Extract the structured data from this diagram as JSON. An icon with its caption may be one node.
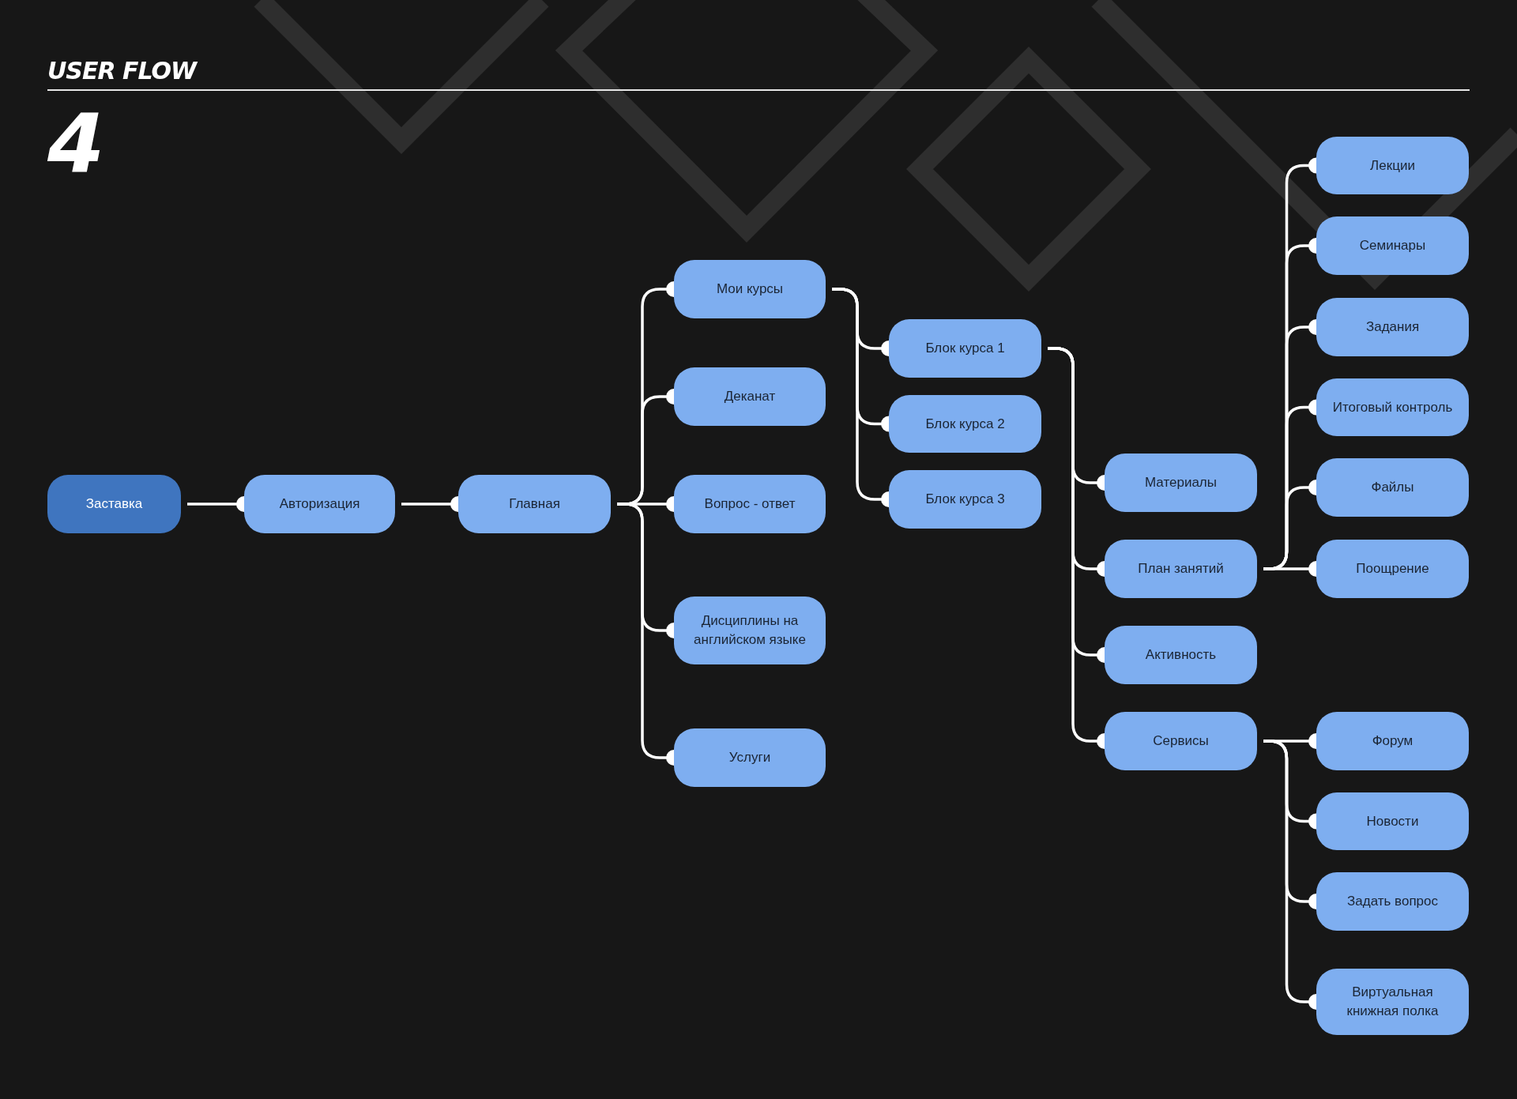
{
  "diagram": {
    "title": "USER FLOW",
    "nodes": [
      {
        "text": [
          "Заставка"
        ]
      },
      {
        "text": [
          "Авторизация"
        ]
      },
      {
        "text": [
          "Главная"
        ]
      },
      {
        "text": [
          "Мои курсы"
        ]
      },
      {
        "text": [
          "Деканат"
        ]
      },
      {
        "text": [
          "Вопрос - ответ"
        ]
      },
      {
        "text": [
          "Дисциплины на английском языке"
        ]
      },
      {
        "text": [
          "Услуги"
        ]
      },
      {
        "text": [
          "Блок курса 1"
        ]
      },
      {
        "text": [
          "Блок курса 2"
        ]
      },
      {
        "text": [
          "Блок курса 3"
        ]
      },
      {
        "text": [
          "Материалы"
        ]
      },
      {
        "text": [
          "План занятий"
        ]
      },
      {
        "text": [
          "Активность"
        ]
      },
      {
        "text": [
          "Сервисы"
        ]
      },
      {
        "text": [
          "Лекции"
        ]
      },
      {
        "text": [
          "Семинары"
        ]
      },
      {
        "text": [
          "Задания"
        ]
      },
      {
        "text": [
          "Итоговый контроль"
        ]
      },
      {
        "text": [
          "Файлы"
        ]
      },
      {
        "text": [
          "Поощрение"
        ]
      },
      {
        "text": [
          "Форум"
        ]
      },
      {
        "text": [
          "Новости"
        ]
      },
      {
        "text": [
          "Задать вопрос"
        ]
      },
      {
        "text": [
          "Виртуальная книжная полка"
        ]
      }
    ],
    "edges": [
      {
        "from": 0,
        "to": 1,
        "arrow": "other"
      },
      {
        "from": 1,
        "to": 2,
        "arrow": "other"
      },
      {
        "from": 2,
        "to": 3,
        "arrow": "other"
      },
      {
        "from": 2,
        "to": 4,
        "arrow": "other"
      },
      {
        "from": 2,
        "to": 5,
        "arrow": "other"
      },
      {
        "from": 2,
        "to": 6,
        "arrow": "other"
      },
      {
        "from": 2,
        "to": 7,
        "arrow": "other"
      },
      {
        "from": 3,
        "to": 8,
        "arrow": "other"
      },
      {
        "from": 3,
        "to": 9,
        "arrow": "other"
      },
      {
        "from": 3,
        "to": 10,
        "arrow": "other"
      },
      {
        "from": 8,
        "to": 11,
        "arrow": "other"
      },
      {
        "from": 8,
        "to": 12,
        "arrow": "other"
      },
      {
        "from": 8,
        "to": 13,
        "arrow": "other"
      },
      {
        "from": 8,
        "to": 14,
        "arrow": "other"
      },
      {
        "from": 12,
        "to": 15,
        "arrow": "other"
      },
      {
        "from": 12,
        "to": 16,
        "arrow": "other"
      },
      {
        "from": 12,
        "to": 17,
        "arrow": "other"
      },
      {
        "from": 12,
        "to": 18,
        "arrow": "other"
      },
      {
        "from": 12,
        "to": 19,
        "arrow": "other"
      },
      {
        "from": 12,
        "to": 20,
        "arrow": "other"
      },
      {
        "from": 14,
        "to": 21,
        "arrow": "other"
      },
      {
        "from": 14,
        "to": 22,
        "arrow": "other"
      },
      {
        "from": 14,
        "to": 23,
        "arrow": "other"
      },
      {
        "from": 14,
        "to": 24,
        "arrow": "other"
      }
    ],
    "labels": [
      "4"
    ]
  }
}
